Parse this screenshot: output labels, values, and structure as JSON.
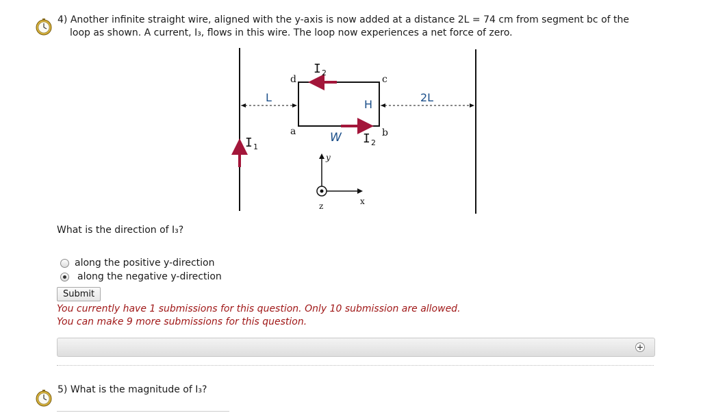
{
  "question4": {
    "line1": "4) Another infinite straight wire, aligned with the y-axis is now added at a distance 2L = 74 cm from segment bc of the",
    "line2": "loop as shown. A current, I₃, flows in this wire. The loop now experiences a net force of zero.",
    "prompt": "What is the direction of I₃?",
    "options": [
      {
        "label": "along the positive y-direction",
        "selected": false
      },
      {
        "label": "along the negative y-direction",
        "selected": true
      }
    ],
    "submit_label": "Submit",
    "note_line1": "You currently have 1 submissions for this question. Only 10 submission are allowed.",
    "note_line2": "You can make 9 more submissions for this question."
  },
  "diagram": {
    "label_L": "L",
    "label_2L": "2L",
    "label_H": "H",
    "label_W": "W",
    "corner_a": "a",
    "corner_b": "b",
    "corner_c": "c",
    "corner_d": "d",
    "I1_main": "I",
    "I1_sub": "1",
    "I2_main": "I",
    "I2_sub": "2",
    "axis_y": "y",
    "axis_x": "x",
    "axis_z": "z",
    "colors": {
      "arrow": "#a3163a",
      "line": "#111111"
    }
  },
  "expand_bar": {
    "icon": "plus-circle-icon",
    "symbol": "+"
  },
  "question5": {
    "text": "5) What is the magnitude of I₃?"
  },
  "icons": {
    "question_icon": "stopwatch-icon"
  }
}
